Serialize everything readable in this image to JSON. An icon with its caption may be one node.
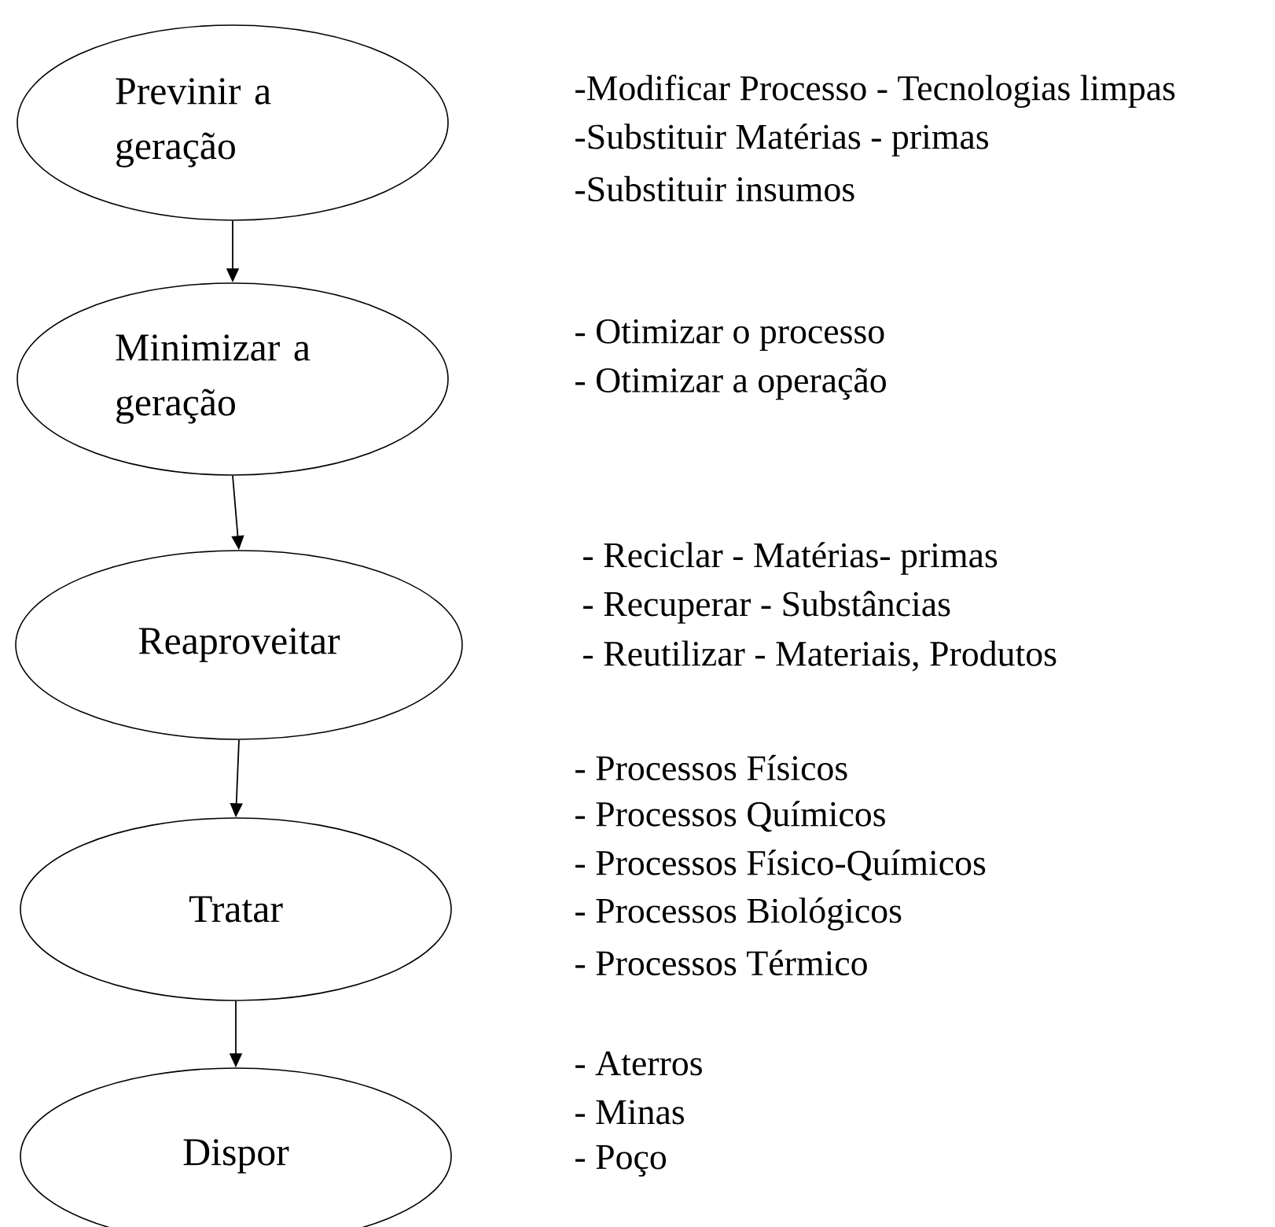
{
  "diagram": {
    "nodes": [
      {
        "text": [
          "Previnir a geração"
        ],
        "beside": [
          "-Modificar Processo - Tecnologias limpas",
          "-Substituir Matérias - primas",
          "-Substituir insumos"
        ]
      },
      {
        "text": [
          "Minimizar a geração"
        ],
        "beside": [
          "- Otimizar o processo",
          "- Otimizar a operação"
        ]
      },
      {
        "text": [
          "Reaproveitar"
        ],
        "beside": [
          "- Reciclar - Matérias- primas",
          "- Recuperar - Substâncias",
          "- Reutilizar - Materiais, Produtos"
        ]
      },
      {
        "text": [
          "Tratar"
        ],
        "beside": [
          "- Processos Físicos",
          "- Processos Químicos",
          "- Processos Físico-Químicos",
          "- Processos Biológicos",
          "- Processos Térmico"
        ]
      },
      {
        "text": [
          "Dispor"
        ],
        "beside": [
          "- Aterros",
          "- Minas",
          "- Poço"
        ]
      }
    ],
    "edges": [
      {
        "from": 0,
        "to": 1,
        "arrow": "to"
      },
      {
        "from": 1,
        "to": 2,
        "arrow": "to"
      },
      {
        "from": 2,
        "to": 3,
        "arrow": "to"
      },
      {
        "from": 3,
        "to": 4,
        "arrow": "to"
      }
    ]
  }
}
